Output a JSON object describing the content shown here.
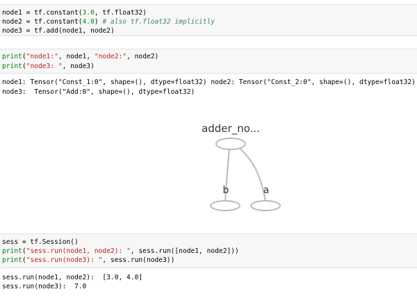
{
  "cells": {
    "c1": {
      "l1": {
        "a": "node1 = tf.constant(",
        "num": "3.0",
        "b": ", tf.float32)"
      },
      "l2": {
        "a": "node2 = tf.constant(",
        "num": "4.0",
        "b": ") ",
        "cmt": "# also tf.float32 implicitly"
      },
      "l3": {
        "a": "node3 = tf.add(node1, node2)"
      }
    },
    "c2": {
      "l1": {
        "kw": "print",
        "a": "(",
        "s1": "\"node1:\"",
        "b": ", node1, ",
        "s2": "\"node2:\"",
        "c": ", node2)"
      },
      "l2": {
        "kw": "print",
        "a": "(",
        "s1": "\"node3: \"",
        "b": ", node3)"
      }
    },
    "o2": {
      "l1": "node1: Tensor(\"Const_1:0\", shape=(), dtype=float32) node2: Tensor(\"Const_2:0\", shape=(), dtype=float32)",
      "l2": "node3:  Tensor(\"Add:0\", shape=(), dtype=float32)"
    },
    "graph": {
      "top_node": "adder_no...",
      "left_input": "b",
      "right_input": "a",
      "edge_color": "#bbbbbb"
    },
    "c3": {
      "l1": {
        "a": "sess = tf.Session()"
      },
      "l2": {
        "kw": "print",
        "a": "(",
        "s1": "\"sess.run(node1, node2): \"",
        "b": ", sess.run([node1, node2]))"
      },
      "l3": {
        "kw": "print",
        "a": "(",
        "s1": "\"sess.run(node3): \"",
        "b": ", sess.run(node3))"
      }
    },
    "o3": {
      "l1": "sess.run(node1, node2):  [3.0, 4.0]",
      "l2": "sess.run(node3):  7.0"
    }
  }
}
